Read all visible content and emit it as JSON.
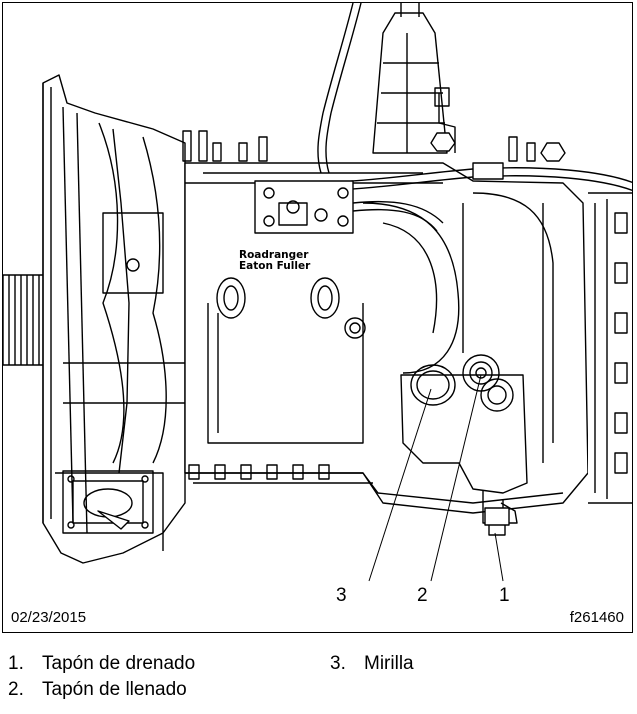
{
  "figure": {
    "date": "02/23/2015",
    "figure_id": "f261460",
    "brand_line1": "Roadranger",
    "brand_line2": "Eaton Fuller",
    "callouts": [
      "3",
      "2",
      "1"
    ]
  },
  "legend": [
    {
      "num": "1.",
      "text": "Tapón de drenado"
    },
    {
      "num": "2.",
      "text": "Tapón de llenado"
    },
    {
      "num": "3.",
      "text": "Mirilla"
    }
  ]
}
